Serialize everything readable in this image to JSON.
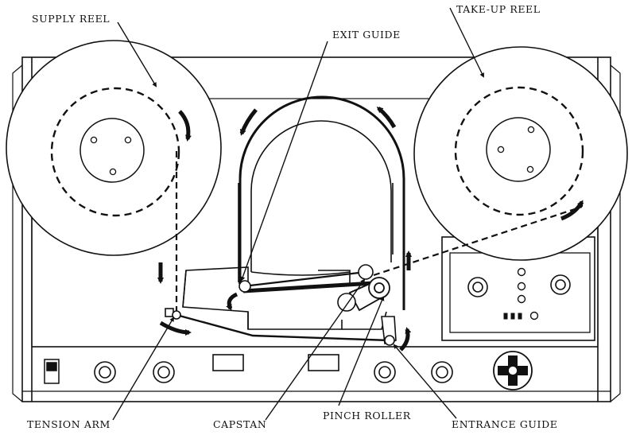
{
  "labels": {
    "supply_reel": "SUPPLY REEL",
    "take_up_reel": "TAKE-UP REEL",
    "exit_guide": "EXIT GUIDE",
    "tension_arm": "TENSION ARM",
    "capstan": "CAPSTAN",
    "pinch_roller": "PINCH ROLLER",
    "entrance_guide": "ENTRANCE GUIDE"
  },
  "colors": {
    "ink": "#111111",
    "background": "#ffffff"
  }
}
